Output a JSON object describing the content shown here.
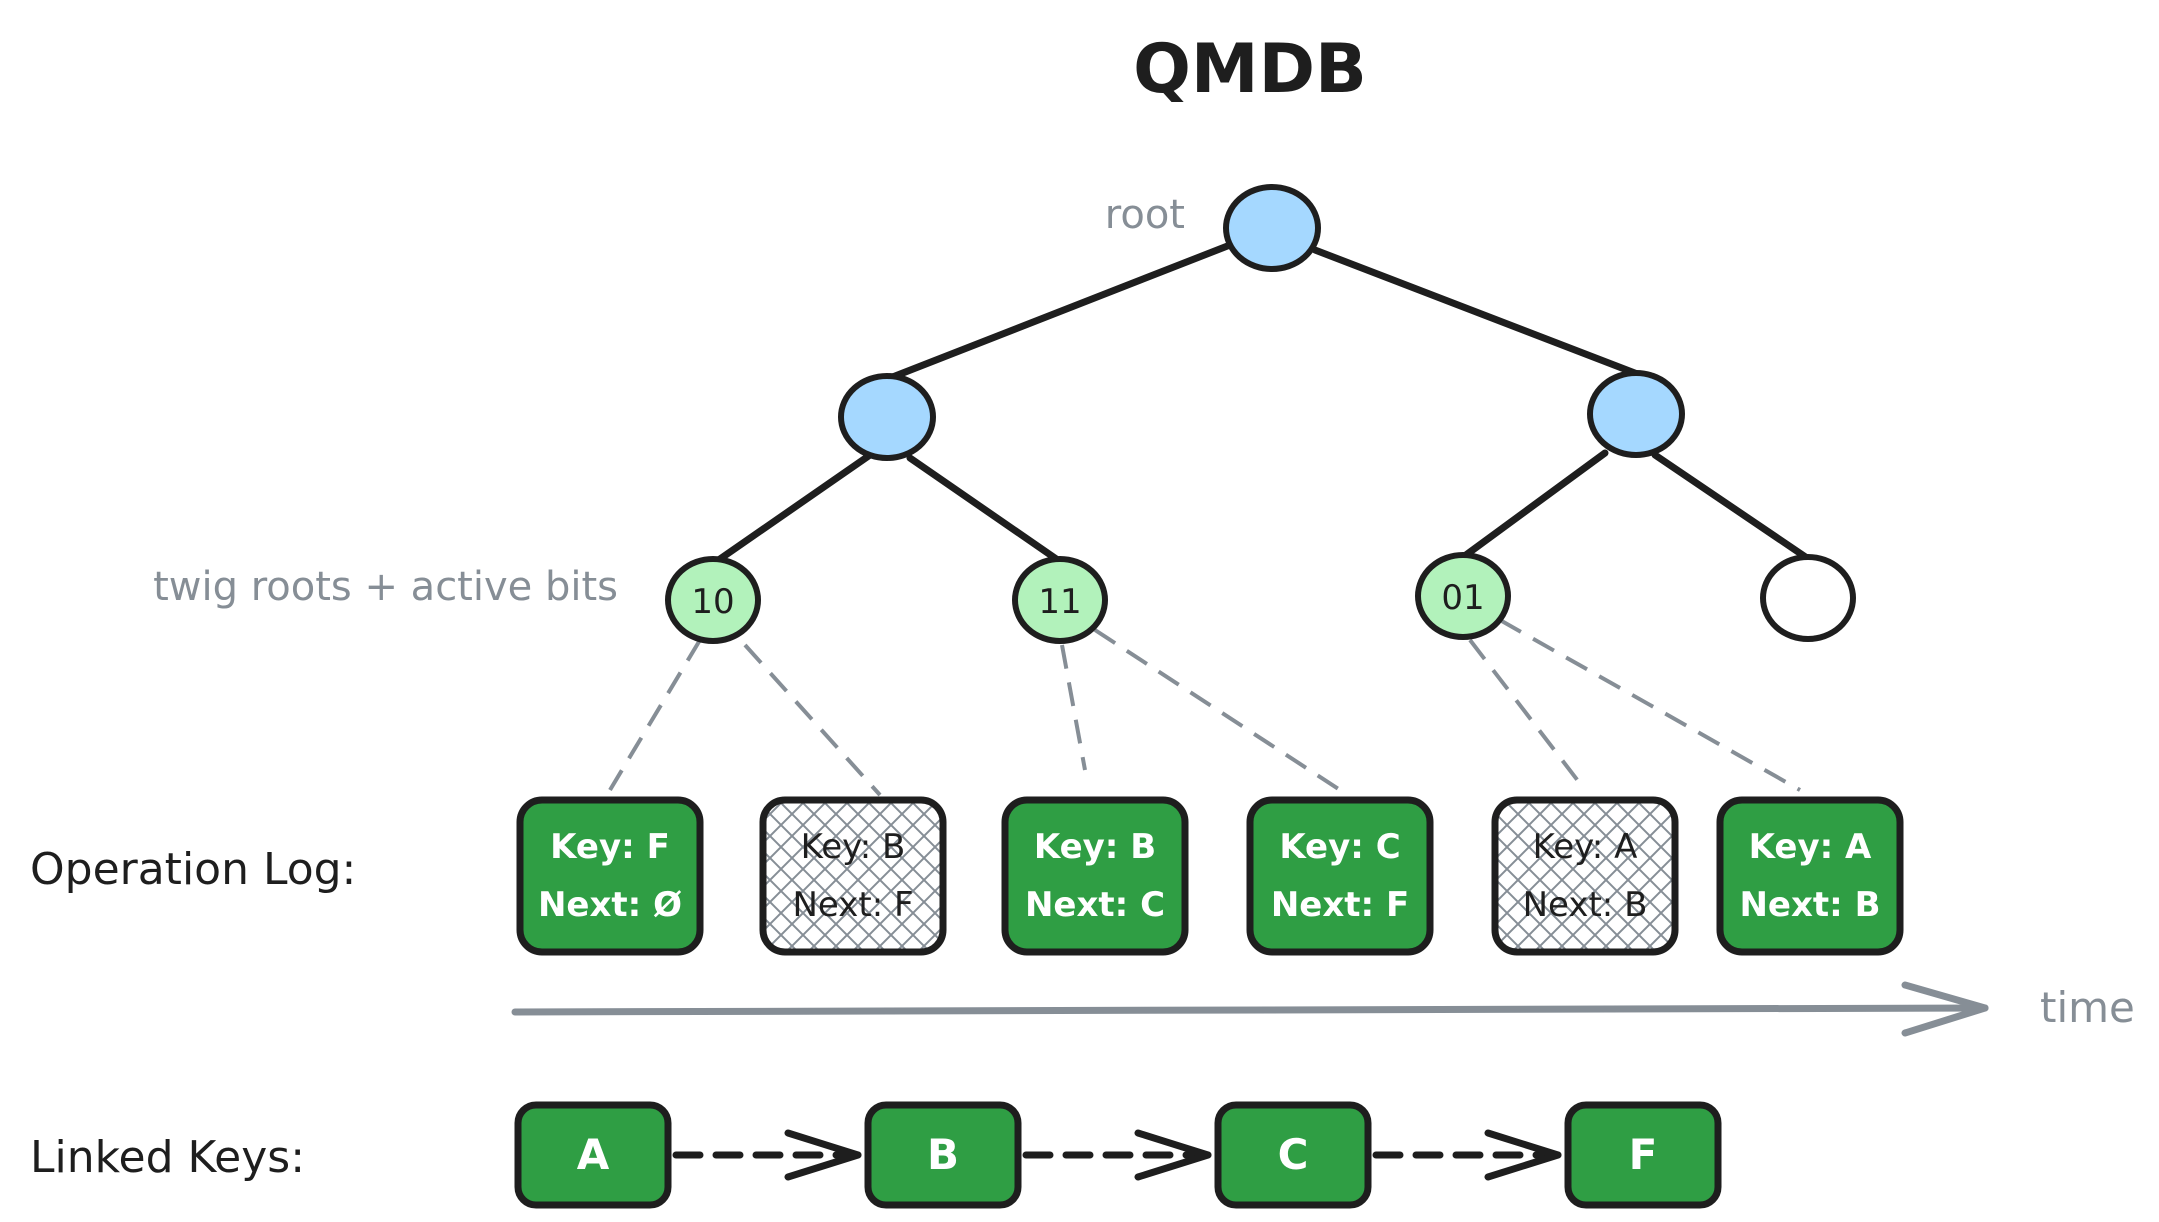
{
  "title": "QMDB",
  "labels": {
    "root": "root",
    "twig": "twig roots + active bits",
    "operation_log": "Operation Log:",
    "time": "time",
    "linked_keys": "Linked Keys:"
  },
  "twig_nodes": [
    "10",
    "11",
    "01",
    ""
  ],
  "op_log": [
    {
      "key": "Key: F",
      "next": "Next: Ø",
      "active": true
    },
    {
      "key": "Key: B",
      "next": "Next: F",
      "active": false
    },
    {
      "key": "Key: B",
      "next": "Next: C",
      "active": true
    },
    {
      "key": "Key: C",
      "next": "Next: F",
      "active": true
    },
    {
      "key": "Key: A",
      "next": "Next: B",
      "active": false
    },
    {
      "key": "Key: A",
      "next": "Next: B",
      "active": true
    }
  ],
  "linked_keys": [
    "A",
    "B",
    "C",
    "F"
  ],
  "colors": {
    "internal_node": "#a5d8ff",
    "twig_node": "#b2f2bb",
    "empty_node": "#ffffff",
    "active_box": "#2f9e44",
    "inactive_box": "#ffffff",
    "stroke": "#1e1e1e",
    "gray": "#868e96"
  }
}
